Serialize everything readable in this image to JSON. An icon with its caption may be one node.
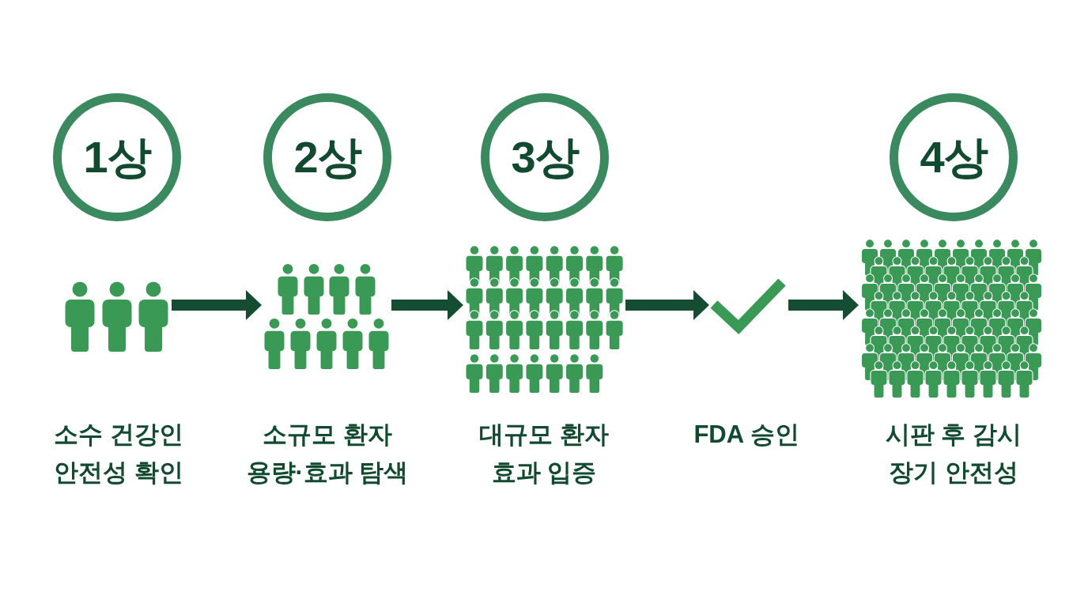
{
  "diagram": {
    "nodes": [
      {
        "text": [
          "1상"
        ]
      },
      {
        "text": [
          "2상"
        ]
      },
      {
        "text": [
          "3상"
        ]
      },
      {
        "text": [
          "4상"
        ]
      },
      {
        "text": [],
        "shape": "picture",
        "beside": [
          "소수 건강인 안전성 확인"
        ]
      },
      {
        "text": [],
        "shape": "picture",
        "beside": [
          "소규모 환자 용량·효과 탐색"
        ]
      },
      {
        "text": [],
        "shape": "picture",
        "beside": [
          "대규모 환자 효과 입증"
        ]
      },
      {
        "text": [],
        "shape": "picture",
        "beside": [
          "FDA 승인"
        ]
      },
      {
        "text": [],
        "shape": "picture",
        "beside": [
          "시판 후 감시 장기 안전성"
        ]
      }
    ],
    "edges": [
      {
        "from": 4,
        "to": 5,
        "arrow": "to"
      },
      {
        "from": 5,
        "to": 6,
        "arrow": "to"
      },
      {
        "from": 6,
        "to": 7,
        "arrow": "to"
      },
      {
        "from": 7,
        "to": 8,
        "arrow": "to"
      }
    ]
  }
}
